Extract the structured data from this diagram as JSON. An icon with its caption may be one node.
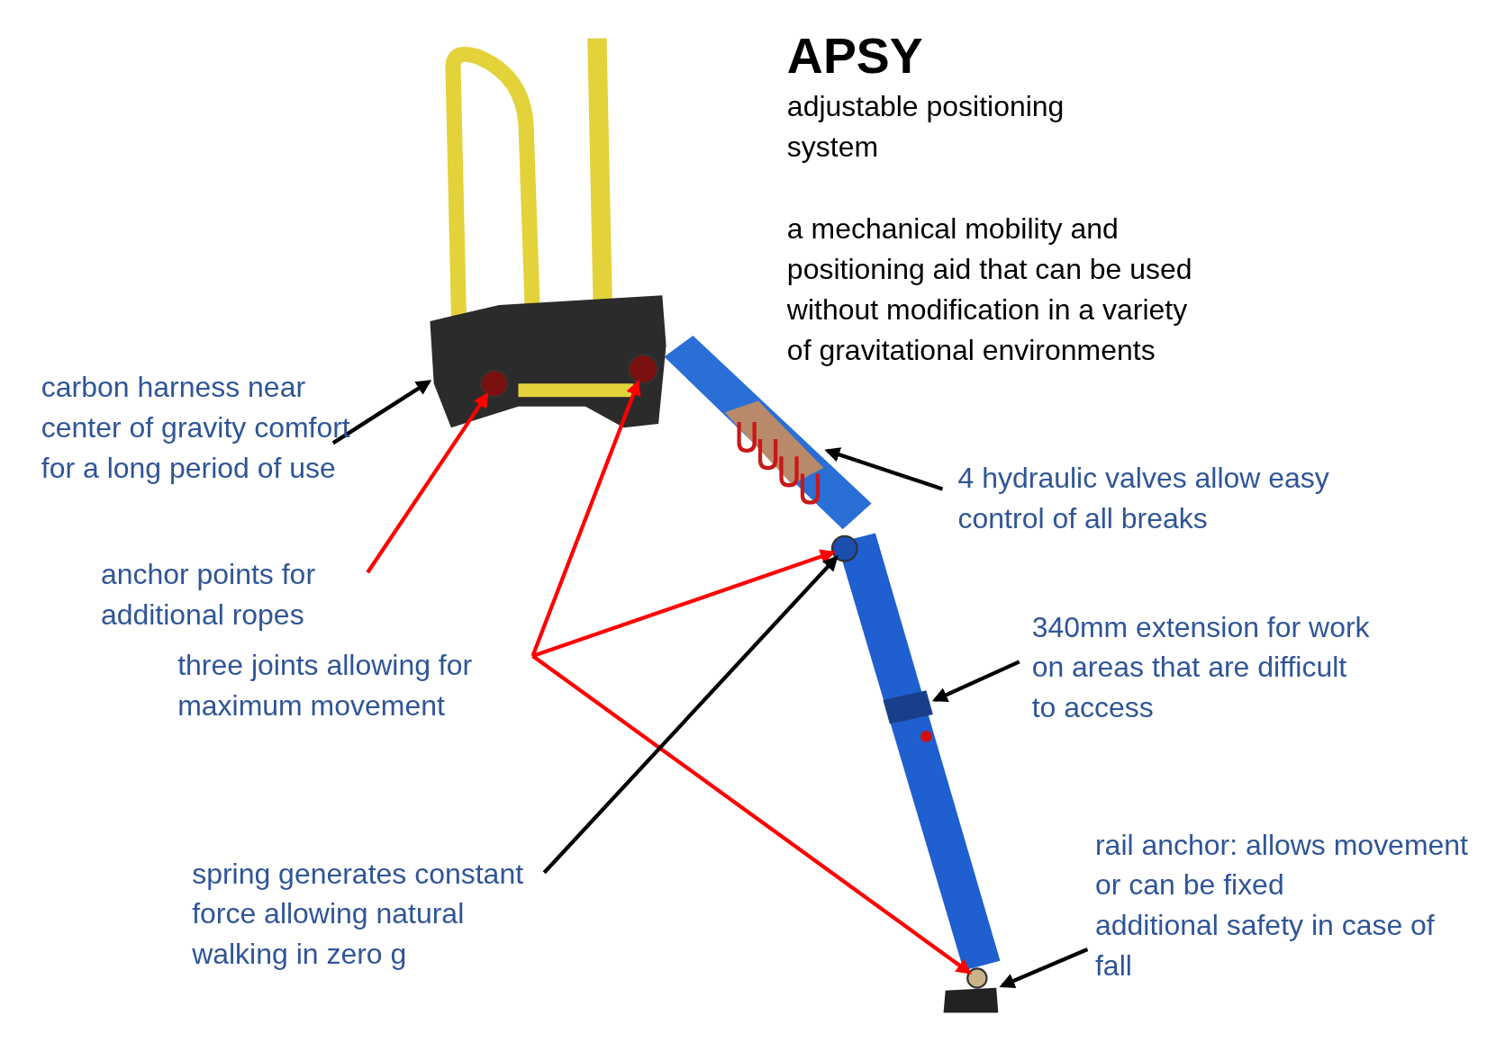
{
  "diagram": {
    "title": "APSY",
    "nodes": [
      {
        "text": [
          "carbon harness near center of gravity comfort for a long period of use"
        ]
      },
      {
        "text": [],
        "shape": "box"
      },
      {
        "text": [
          "anchor points for additional ropes"
        ]
      },
      {
        "text": [],
        "shape": "circle",
        "in": 1
      },
      {
        "text": [
          "three joints allowing for maximum movement"
        ]
      },
      {
        "text": [],
        "shape": "circle",
        "in": 1
      },
      {
        "text": [],
        "shape": "circle"
      },
      {
        "text": [],
        "shape": "circle"
      },
      {
        "text": [
          "spring generates constant force allowing natural walking in zero g"
        ]
      },
      {
        "text": [
          "4 hydraulic valves allow easy control of all breaks"
        ]
      },
      {
        "text": [],
        "shape": "box"
      },
      {
        "text": [
          "340mm extension for work on areas that are difficult to access"
        ]
      },
      {
        "text": [],
        "shape": "bar"
      },
      {
        "text": [
          "rail anchor: allows movement or can be fixed",
          "additional safety in case of fall"
        ]
      },
      {
        "text": [],
        "shape": "box"
      }
    ],
    "edges": [
      {
        "from": 0,
        "to": 1,
        "arrow": "to"
      },
      {
        "from": 2,
        "to": 3,
        "arrow": "to",
        "color": "#ff0000"
      },
      {
        "from": 4,
        "to": 5,
        "arrow": "to",
        "color": "#ff0000"
      },
      {
        "from": 4,
        "to": 6,
        "arrow": "to",
        "color": "#ff0000"
      },
      {
        "from": 4,
        "to": 7,
        "arrow": "to",
        "color": "#ff0000"
      },
      {
        "from": 8,
        "to": 6,
        "arrow": "to"
      },
      {
        "from": 9,
        "to": 10,
        "arrow": "to"
      },
      {
        "from": 11,
        "to": 12,
        "arrow": "to"
      },
      {
        "from": 13,
        "to": 14,
        "arrow": "to"
      }
    ],
    "labels": [
      "adjustable positioning system",
      "a mechanical mobility and positioning aid that can be used without modification in a variety of gravitational environments"
    ]
  }
}
